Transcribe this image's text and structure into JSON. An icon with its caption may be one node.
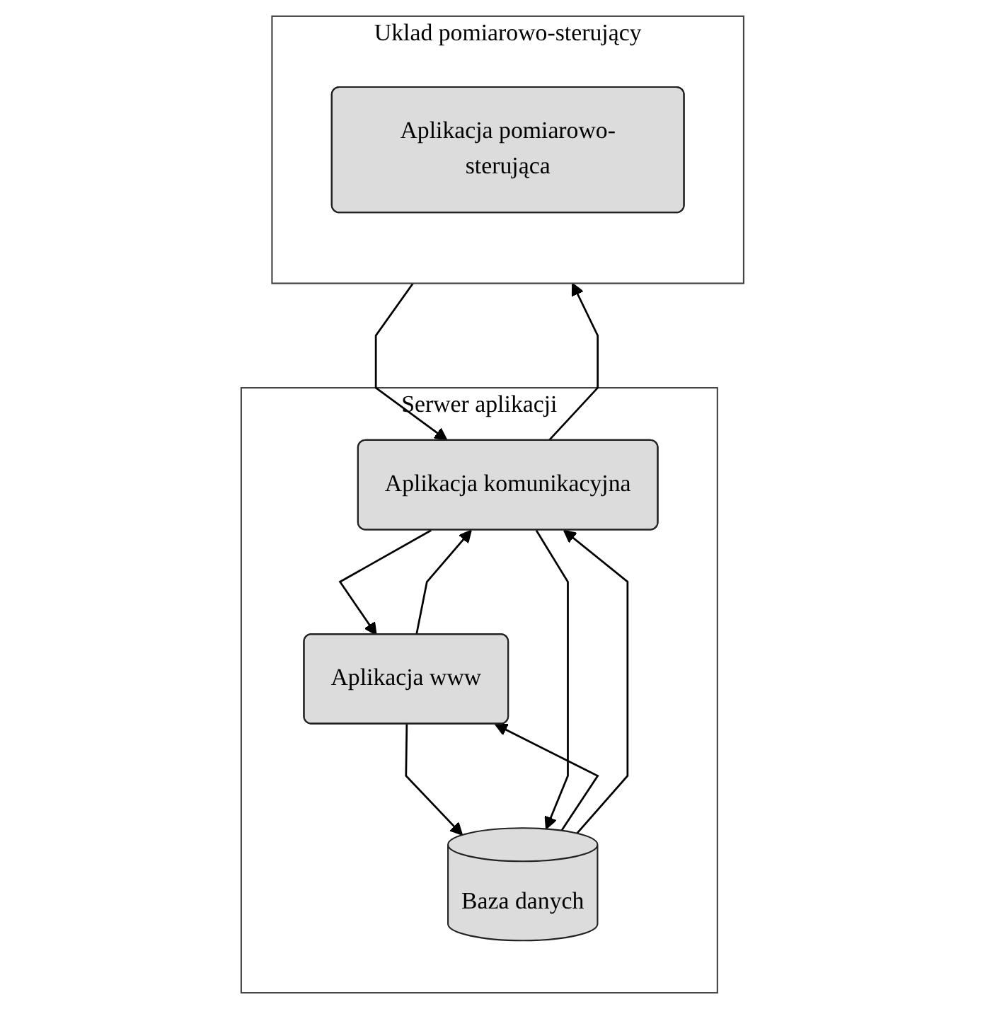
{
  "diagram": {
    "nodes": [
      {
        "text": [
          "Serwer aplikacji"
        ]
      },
      {
        "text": [
          "Aplikacja www"
        ],
        "in": 0
      },
      {
        "text": [
          "Aplikacja komunikacyjna"
        ],
        "in": 0
      },
      {
        "text": [
          "Baza danych"
        ],
        "in": 0
      },
      {
        "text": [
          "Uklad pomiarowo-sterujący"
        ]
      },
      {
        "text": [
          "Aplikacja pomiarowo-sterująca"
        ],
        "in": 4
      }
    ],
    "edges": [
      {
        "from": 1,
        "to": 2,
        "arrow": "to"
      },
      {
        "from": 2,
        "to": 1,
        "arrow": "to"
      },
      {
        "from": 1,
        "to": 3,
        "arrow": "to"
      },
      {
        "from": 3,
        "to": 1,
        "arrow": "to"
      },
      {
        "from": 2,
        "to": 3,
        "arrow": "to"
      },
      {
        "from": 3,
        "to": 2,
        "arrow": "to"
      },
      {
        "from": 2,
        "to": 4,
        "arrow": "to"
      },
      {
        "from": 4,
        "to": 2,
        "arrow": "to"
      }
    ]
  }
}
